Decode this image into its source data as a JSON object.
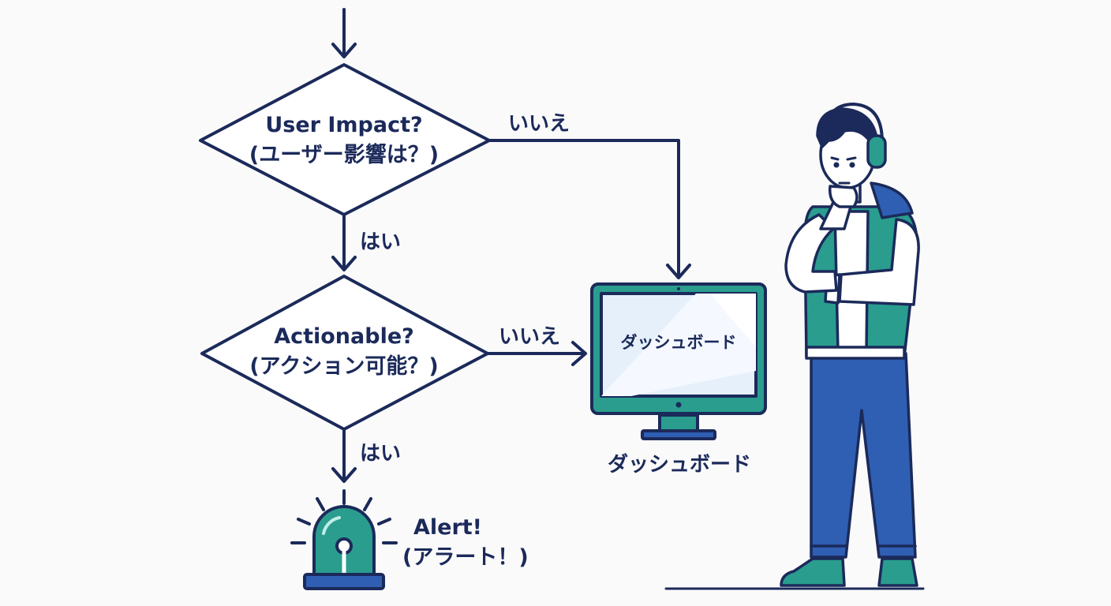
{
  "flowchart": {
    "decision1": {
      "en": "User Impact?",
      "ja": "(ユーザー影響は？)"
    },
    "decision2": {
      "en": "Actionable?",
      "ja": "(アクション可能？)"
    },
    "yes_label_1": "はい",
    "yes_label_2": "はい",
    "no_label_1": "いいえ",
    "no_label_2": "いいえ",
    "alert": {
      "en": "Alert!",
      "ja": "(アラート！)"
    }
  },
  "dashboard": {
    "screen_text": "ダッシュボード",
    "caption": "ダッシュボード"
  },
  "colors": {
    "navy": "#1b2a5a",
    "teal": "#2a9d8f",
    "blue": "#2f5fb3",
    "screen": "#e6f0fb"
  },
  "icons": [
    "alert-beacon-icon",
    "monitor-icon",
    "person-with-headphones"
  ]
}
